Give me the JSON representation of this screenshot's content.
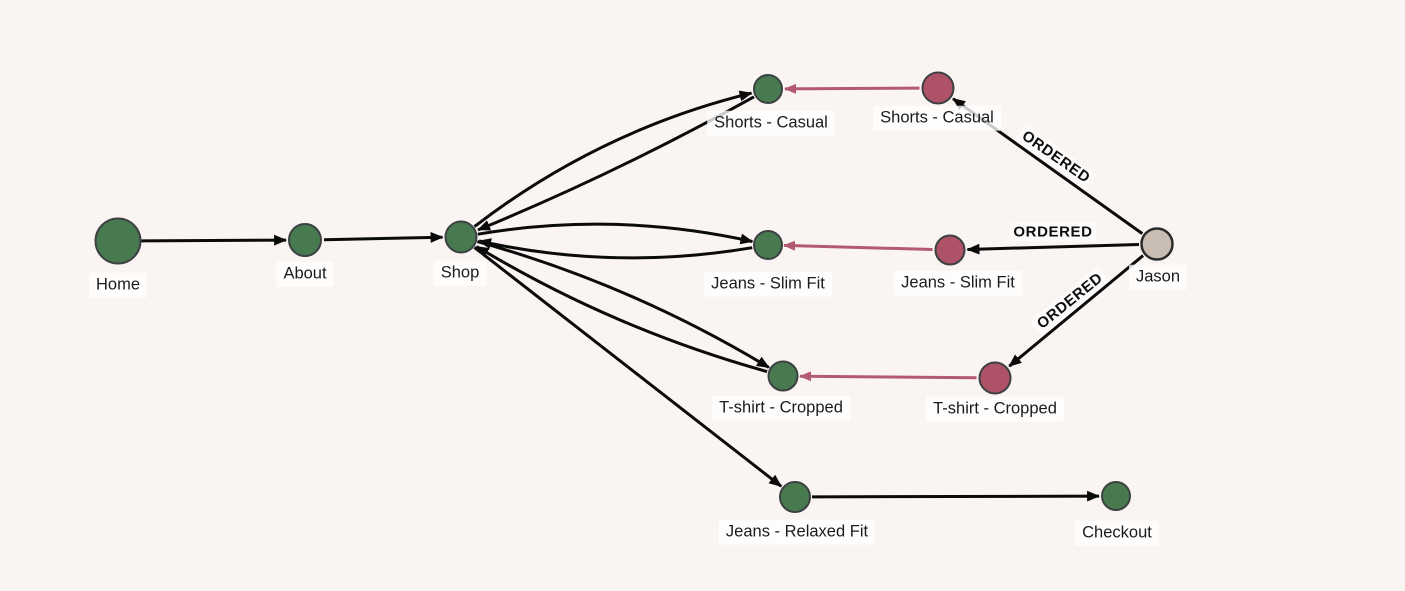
{
  "view": {
    "kind": "graph-visualization",
    "background_color": "#faf5f2"
  },
  "colors": {
    "page_node_fill": "#487a4f",
    "product_node_fill": "#ae5268",
    "user_node_fill": "#c9bcb2",
    "node_border": "#3c4043",
    "edge_stroke": "#0b0b0b",
    "purchase_edge_stroke": "#b45a70",
    "label_background": "rgba(255,255,255,0.78)",
    "label_text": "#1b1b1b"
  },
  "graph": {
    "nodes": [
      {
        "id": "home",
        "label": "Home",
        "kind": "page"
      },
      {
        "id": "about",
        "label": "About",
        "kind": "page"
      },
      {
        "id": "shop",
        "label": "Shop",
        "kind": "page"
      },
      {
        "id": "shorts-casual-page",
        "label": "Shorts - Casual",
        "kind": "page"
      },
      {
        "id": "shorts-casual-product",
        "label": "Shorts - Casual",
        "kind": "product"
      },
      {
        "id": "jeans-slim-fit-page",
        "label": "Jeans - Slim Fit",
        "kind": "page"
      },
      {
        "id": "jeans-slim-fit-product",
        "label": "Jeans - Slim Fit",
        "kind": "product"
      },
      {
        "id": "tshirt-cropped-page",
        "label": "T-shirt - Cropped",
        "kind": "page"
      },
      {
        "id": "tshirt-cropped-product",
        "label": "T-shirt - Cropped",
        "kind": "product"
      },
      {
        "id": "jeans-relaxed-fit-page",
        "label": "Jeans - Relaxed Fit",
        "kind": "page"
      },
      {
        "id": "checkout",
        "label": "Checkout",
        "kind": "page"
      },
      {
        "id": "jason",
        "label": "Jason",
        "kind": "user"
      }
    ],
    "relationships": [
      {
        "from": "home",
        "to": "about"
      },
      {
        "from": "about",
        "to": "shop"
      },
      {
        "from": "shop",
        "to": "shorts-casual-page"
      },
      {
        "from": "shorts-casual-page",
        "to": "shop"
      },
      {
        "from": "shop",
        "to": "jeans-slim-fit-page"
      },
      {
        "from": "jeans-slim-fit-page",
        "to": "shop"
      },
      {
        "from": "shop",
        "to": "tshirt-cropped-page"
      },
      {
        "from": "tshirt-cropped-page",
        "to": "shop"
      },
      {
        "from": "shop",
        "to": "jeans-relaxed-fit-page"
      },
      {
        "from": "jeans-relaxed-fit-page",
        "to": "checkout"
      },
      {
        "from": "jason",
        "to": "shorts-casual-product",
        "label": "ORDERED"
      },
      {
        "from": "jason",
        "to": "jeans-slim-fit-product",
        "label": "ORDERED"
      },
      {
        "from": "jason",
        "to": "tshirt-cropped-product",
        "label": "ORDERED"
      },
      {
        "from": "shorts-casual-product",
        "to": "shorts-casual-page"
      },
      {
        "from": "jeans-slim-fit-product",
        "to": "jeans-slim-fit-page"
      },
      {
        "from": "tshirt-cropped-product",
        "to": "tshirt-cropped-page"
      }
    ]
  }
}
